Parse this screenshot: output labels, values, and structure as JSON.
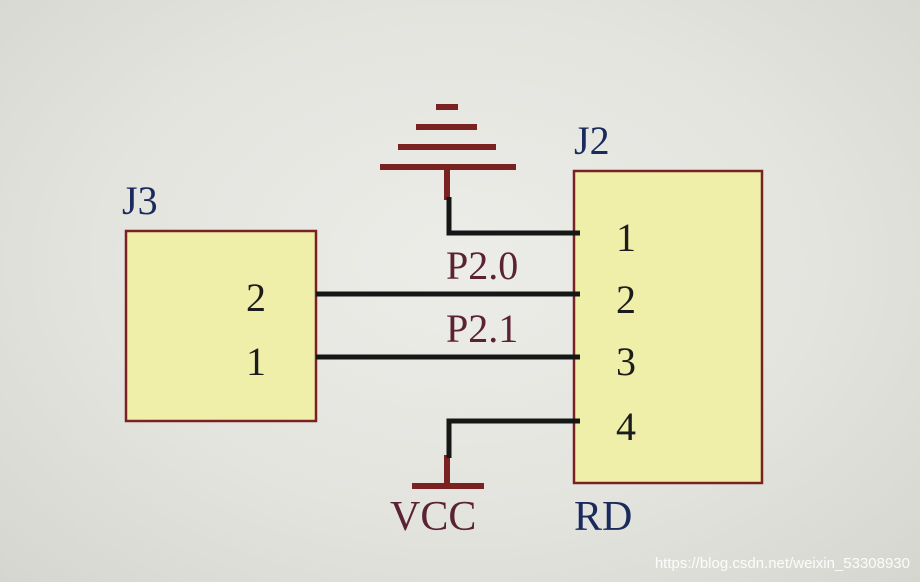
{
  "components": {
    "j3": {
      "designator": "J3",
      "pins": [
        "2",
        "1"
      ]
    },
    "j2": {
      "designator": "J2",
      "pins": [
        "1",
        "2",
        "3",
        "4"
      ],
      "comment": "RD"
    }
  },
  "nets": {
    "p20": "P2.0",
    "p21": "P2.1"
  },
  "power": {
    "vcc": "VCC"
  },
  "watermark": "https://blog.csdn.net/weixin_53308930",
  "colors": {
    "component_fill": "#f0efaa",
    "component_outline": "#7a2222",
    "wire": "#161616",
    "power_symbol": "#7a2222",
    "designator_text": "#1a2a5c",
    "net_label_text": "#5a2234"
  }
}
